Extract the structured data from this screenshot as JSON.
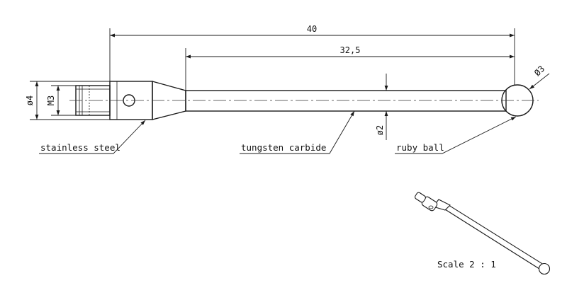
{
  "dimensions": {
    "overall_length": "40",
    "stylus_length": "32,5",
    "shank_diameter": "ø4",
    "thread": "M3",
    "stem_diameter": "ø2",
    "ball_diameter": "Ø3"
  },
  "callouts": {
    "body_material": "stainless steel",
    "stem_material": "tungsten carbide",
    "tip_material": "ruby ball"
  },
  "scale_note": "Scale 2 : 1",
  "colors": {
    "line": "#1a1a1a",
    "thin_line": "#333333",
    "background": "#ffffff"
  }
}
